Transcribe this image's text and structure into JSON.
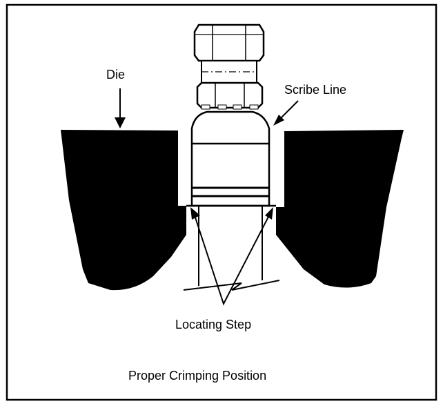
{
  "labels": {
    "die": "Die",
    "scribe_line": "Scribe Line",
    "locating_step": "Locating Step",
    "caption": "Proper Crimping Position"
  },
  "colors": {
    "ink": "#000000",
    "paper": "#ffffff"
  }
}
